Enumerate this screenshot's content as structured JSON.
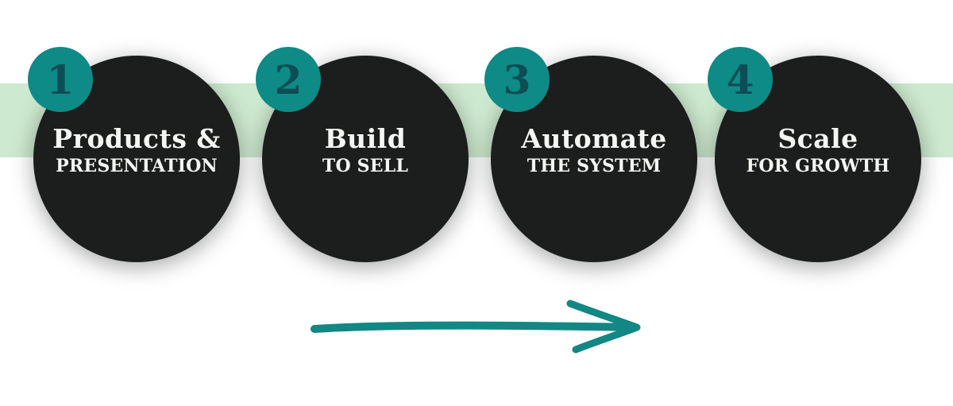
{
  "steps": [
    {
      "number": "1",
      "title": "Products &",
      "subtitle": "PRESENTATION"
    },
    {
      "number": "2",
      "title": "Build",
      "subtitle": "TO SELL"
    },
    {
      "number": "3",
      "title": "Automate",
      "subtitle": "THE SYSTEM"
    },
    {
      "number": "4",
      "title": "Scale",
      "subtitle": "FOR GROWTH"
    }
  ],
  "colors": {
    "band": "#cde9cf",
    "circle": "#1b1e1d",
    "badge": "#0e8a87",
    "arrow": "#138784"
  }
}
